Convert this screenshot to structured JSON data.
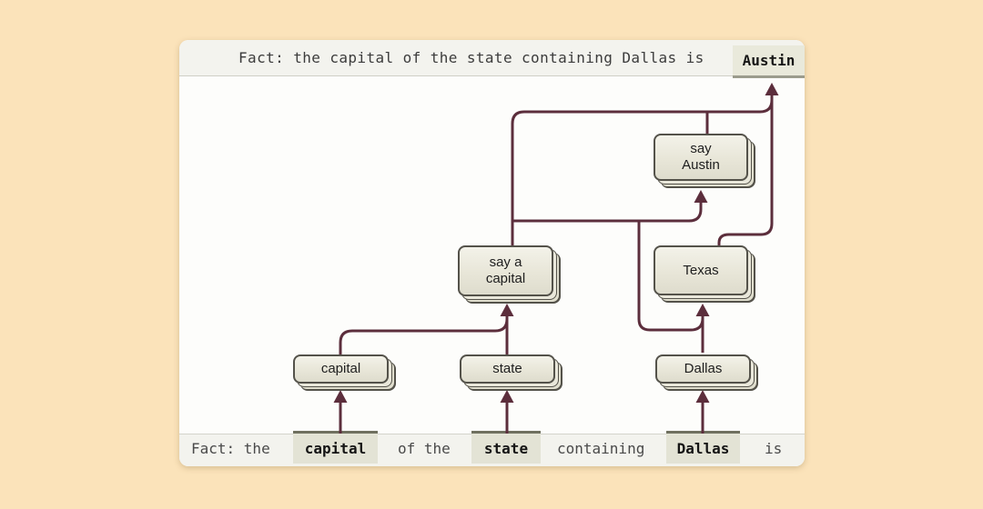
{
  "top_bar": {
    "prompt": "Fact: the capital of the state containing Dallas is",
    "completion_token": "Austin"
  },
  "bottom_bar": {
    "tokens": [
      {
        "text": "Fact: the",
        "highlight": false
      },
      {
        "text": "capital",
        "highlight": true
      },
      {
        "text": "of the",
        "highlight": false
      },
      {
        "text": "state",
        "highlight": true
      },
      {
        "text": "containing",
        "highlight": false
      },
      {
        "text": "Dallas",
        "highlight": true
      },
      {
        "text": "is",
        "highlight": false
      }
    ]
  },
  "graph": {
    "nodes": {
      "say_austin": {
        "label": "say\nAustin"
      },
      "say_a_capital": {
        "label": "say a\ncapital"
      },
      "texas": {
        "label": "Texas"
      },
      "capital": {
        "label": "capital"
      },
      "state": {
        "label": "state"
      },
      "dallas": {
        "label": "Dallas"
      }
    },
    "edges": [
      {
        "from": "token_capital",
        "to": "capital"
      },
      {
        "from": "token_state",
        "to": "state"
      },
      {
        "from": "token_dallas",
        "to": "dallas"
      },
      {
        "from": "capital",
        "to": "say_a_capital"
      },
      {
        "from": "state",
        "to": "say_a_capital"
      },
      {
        "from": "dallas",
        "to": "texas"
      },
      {
        "from": "say_a_capital",
        "to": "say_austin"
      },
      {
        "from": "dallas",
        "to": "say_austin"
      },
      {
        "from": "say_a_capital",
        "to": "output_austin"
      },
      {
        "from": "say_austin",
        "to": "output_austin"
      },
      {
        "from": "texas",
        "to": "output_austin"
      }
    ]
  },
  "colors": {
    "page_background": "#fbe3ba",
    "card_background": "#fdfdfb",
    "bar_background": "#f3f3ee",
    "token_highlight": "#e3e3d5",
    "edge": "#5c2e3c",
    "node_fill": "#eceadf",
    "node_border": "#54524a"
  }
}
